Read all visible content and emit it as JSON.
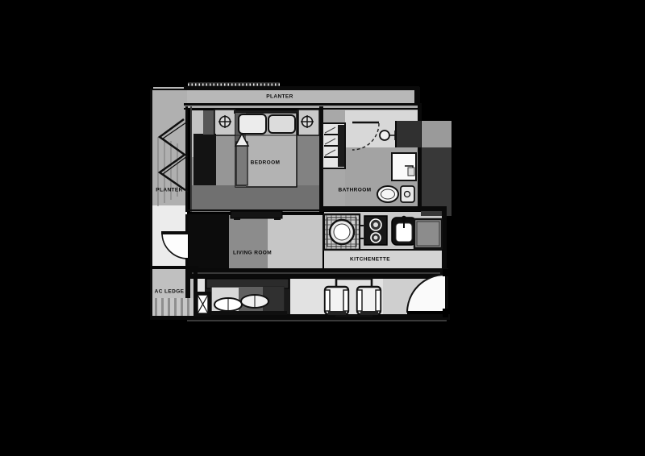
{
  "image_type": "apartment-unit-floor-plan",
  "colors": {
    "background": "#000000",
    "linework": "#0d0d0d",
    "paper_light": "#d6d6d6",
    "paper_mid": "#9a9a9a",
    "paper_dark": "#303030",
    "white": "#f7f7f7"
  },
  "labels": {
    "planter_top": "PLANTER",
    "planter_left": "PLANTER",
    "bedroom": "BEDROOM",
    "bathroom": "BATHROOM",
    "living_room": "LIVING ROOM",
    "kitchenette": "KITCHENETTE",
    "ac_ledge": "AC LEDGE"
  },
  "fixtures": [
    "double-bed",
    "pillows",
    "bedside-lamp-left",
    "bedside-lamp-right",
    "wardrobe",
    "closet-shelves",
    "bathroom-door",
    "wash-basin",
    "shower-stall",
    "toilet",
    "cistern",
    "tv-console",
    "entry-door",
    "washing-machine",
    "two-burner-stove",
    "kitchen-sink",
    "counter-cabinet",
    "outdoor-sofa",
    "bolster-pillows",
    "armchair-left",
    "armchair-right",
    "balcony-table",
    "balcony-door",
    "ac-condenser-unit",
    "louver-window",
    "trellis-strip"
  ]
}
